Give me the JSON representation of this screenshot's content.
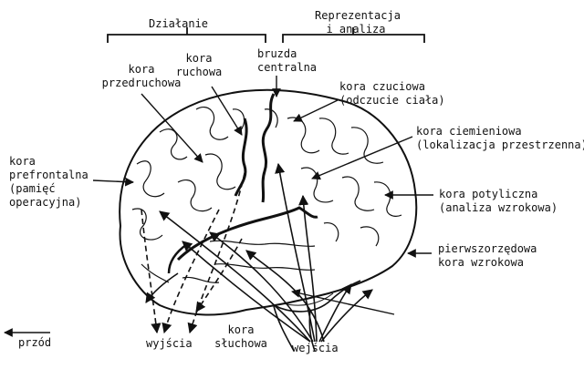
{
  "header": {
    "left": "Działanie",
    "right_line1": "Reprezentacja",
    "right_line2": "i analiza"
  },
  "labels": {
    "premotor_1": "kora",
    "premotor_2": "przedruchowa",
    "motor_1": "kora",
    "motor_2": "ruchowa",
    "sulcus_1": "bruzda",
    "sulcus_2": "centralna",
    "somato_1": "kora czuciowa",
    "somato_2": "(odczucie ciała)",
    "parietal_1": "kora ciemieniowa",
    "parietal_2": "(lokalizacja przestrzenna)",
    "prefrontal_1": "kora",
    "prefrontal_2": "prefrontalna",
    "prefrontal_3": "(pamięć",
    "prefrontal_4": "operacyjna)",
    "occipital_1": "kora potyliczna",
    "occipital_2": "(analiza wzrokowa)",
    "visual_1": "pierwszorzędowa",
    "visual_2": "kora wzrokowa",
    "auditory_1": "kora",
    "auditory_2": "słuchowa",
    "outputs": "wyjścia",
    "inputs": "wejścia",
    "front": "przód"
  }
}
